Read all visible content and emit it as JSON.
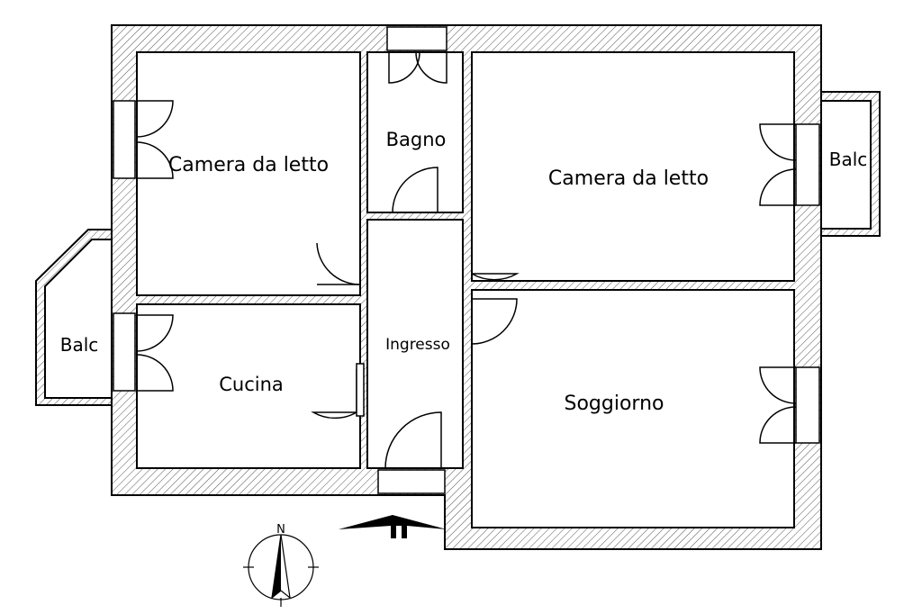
{
  "rooms": {
    "bedroom_left": "Camera da letto",
    "bathroom": "Bagno",
    "bedroom_right": "Camera da letto",
    "balcony_right": "Balc",
    "balcony_left": "Balc",
    "kitchen": "Cucina",
    "entrance": "Ingresso",
    "living": "Soggiorno"
  },
  "compass": {
    "north_label": "N"
  }
}
